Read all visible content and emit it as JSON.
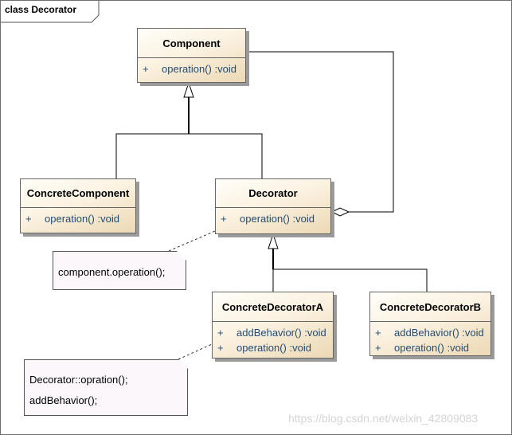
{
  "frame": {
    "title": "class Decorator"
  },
  "classes": {
    "component": {
      "name": "Component",
      "ops": [
        {
          "vis": "+",
          "sig": "operation()  :void"
        }
      ]
    },
    "concrete_component": {
      "name": "ConcreteComponent",
      "ops": [
        {
          "vis": "+",
          "sig": "operation()  :void"
        }
      ]
    },
    "decorator": {
      "name": "Decorator",
      "ops": [
        {
          "vis": "+",
          "sig": "operation()  :void"
        }
      ]
    },
    "concrete_decorator_a": {
      "name": "ConcreteDecoratorA",
      "ops": [
        {
          "vis": "+",
          "sig": "addBehavior()  :void"
        },
        {
          "vis": "+",
          "sig": "operation()  :void"
        }
      ]
    },
    "concrete_decorator_b": {
      "name": "ConcreteDecoratorB",
      "ops": [
        {
          "vis": "+",
          "sig": "addBehavior()  :void"
        },
        {
          "vis": "+",
          "sig": "operation()  :void"
        }
      ]
    }
  },
  "notes": {
    "decorator_note": {
      "lines": [
        "component.operation();"
      ]
    },
    "concrete_a_note": {
      "lines": [
        "Decorator::opration();",
        "addBehavior();"
      ]
    }
  },
  "watermark": "https://blog.csdn.net/weixin_42809083"
}
